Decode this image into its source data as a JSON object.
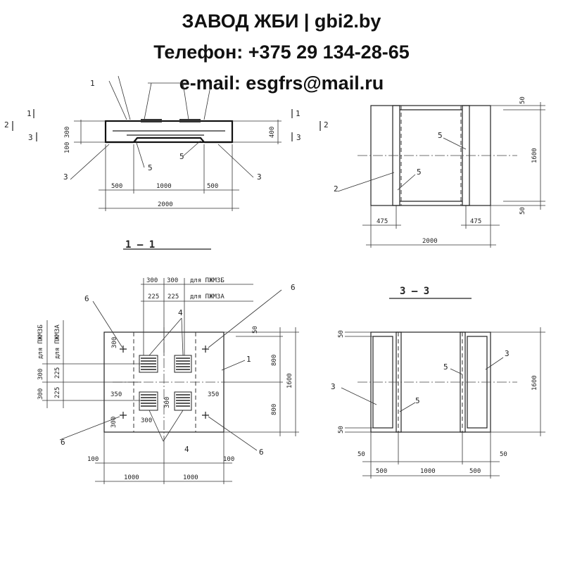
{
  "header": {
    "line1": "ЗАВОД ЖБИ | gbi2.by",
    "line2": "Телефон: +375 29 134-28-65",
    "line3": "e-mail: esgfrs@mail.ru"
  },
  "sections": {
    "s11": "1 — 1",
    "s33": "3 — 3"
  },
  "dims": {
    "d500": "500",
    "d1000": "1000",
    "d2000": "2000",
    "d400": "400",
    "d100": "100",
    "d300": "300",
    "d50": "50",
    "d1600": "1600",
    "d475": "475",
    "d225": "225",
    "d350": "350",
    "d800": "800"
  },
  "labels": {
    "n1": "1",
    "n2": "2",
    "n3": "3",
    "n4": "4",
    "n5": "5",
    "n6": "6",
    "for_pzhm3b": "для ПЖМ3Б",
    "for_pzhm3a": "для ПЖМ3А"
  }
}
